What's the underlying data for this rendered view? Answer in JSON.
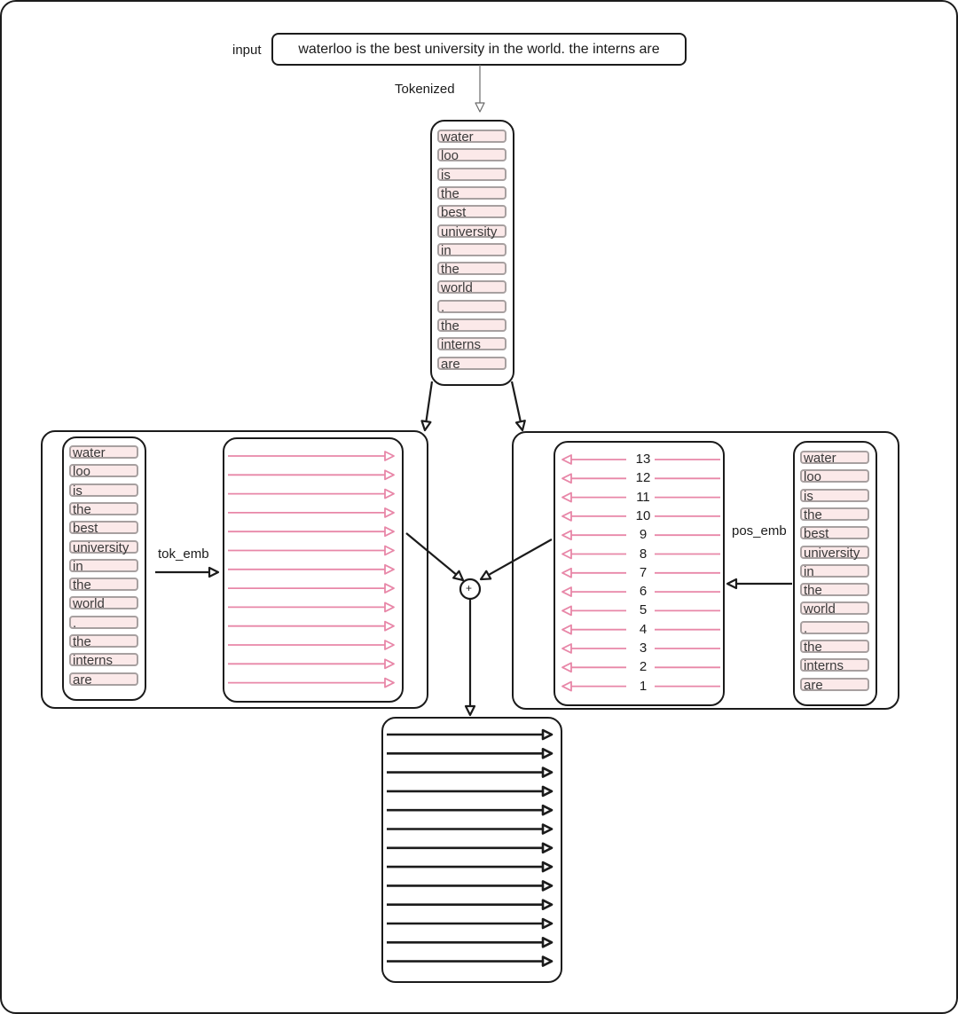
{
  "input": {
    "label": "input",
    "text": "waterloo is the best university in the world. the interns are"
  },
  "labels": {
    "tokenized": "Tokenized",
    "tok_emb": "tok_emb",
    "pos_emb": "pos_emb",
    "plus": "+"
  },
  "tokens": [
    "water",
    "loo",
    "is",
    "the",
    "best",
    "university",
    "in",
    "the",
    "world",
    ".",
    "the",
    "interns",
    "are"
  ],
  "positions": [
    "13",
    "12",
    "11",
    "10",
    "9",
    "8",
    "7",
    "6",
    "5",
    "4",
    "3",
    "2",
    "1"
  ],
  "colors": {
    "outline": "#1b1b1b",
    "token_fill": "#fbe9e9",
    "token_border": "#a7a0a0",
    "embedding_arrow": "#e887a8",
    "output_arrow": "#1b1b1b"
  }
}
